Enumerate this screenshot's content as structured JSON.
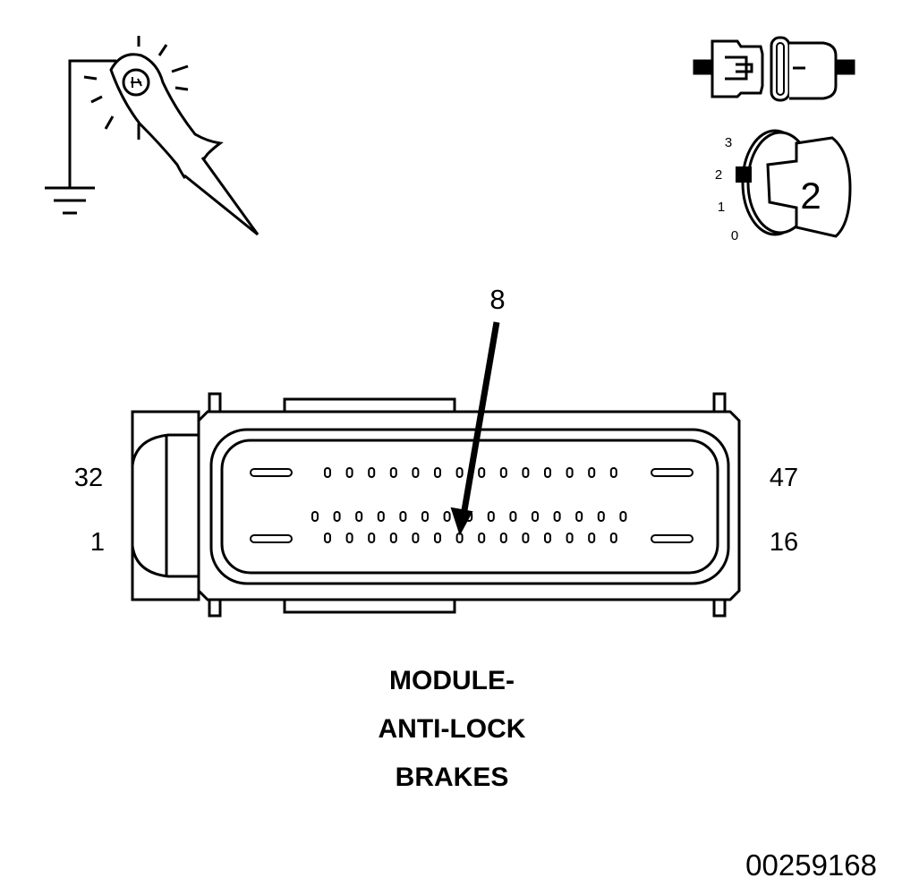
{
  "ignition": {
    "positions": [
      "3",
      "2",
      "1",
      "0"
    ],
    "selected": "2"
  },
  "connector": {
    "callout_pin": "8",
    "pin_labels": {
      "top_left": "32",
      "bottom_left": "1",
      "top_right": "47",
      "bottom_right": "16"
    }
  },
  "title_lines": [
    "MODULE-",
    "ANTI-LOCK",
    "BRAKES"
  ],
  "figure_id": "00259168"
}
